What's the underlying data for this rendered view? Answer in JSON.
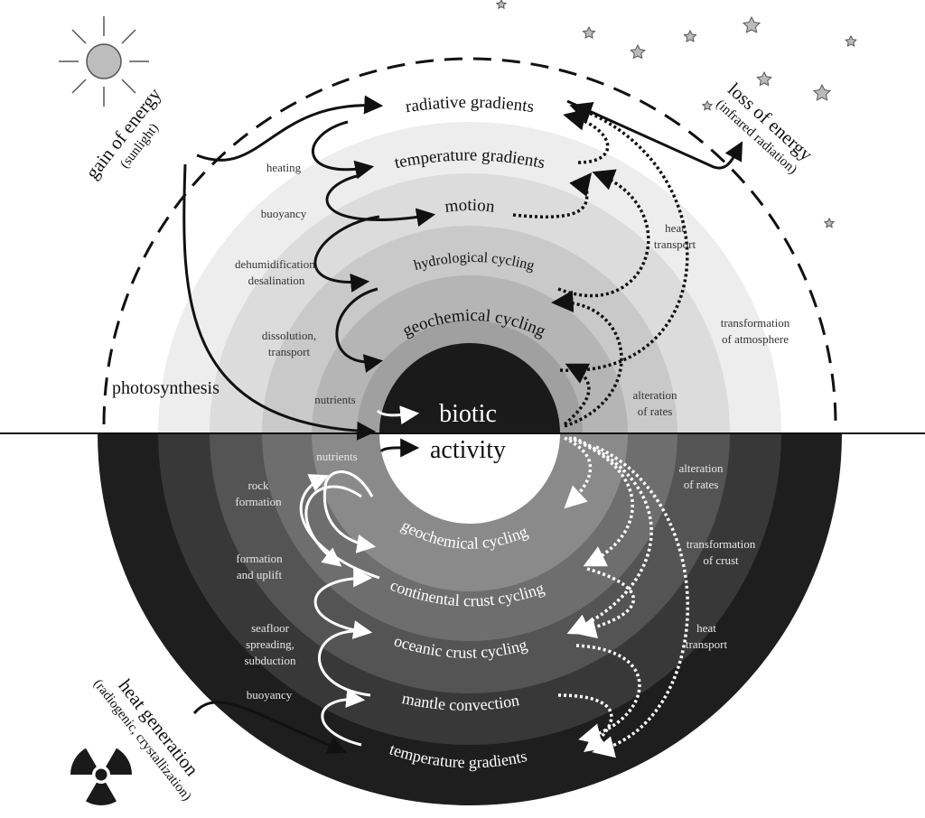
{
  "upper_layers": [
    {
      "label": "radiative gradients"
    },
    {
      "label": "temperature gradients"
    },
    {
      "label": "motion"
    },
    {
      "label": "hydrological cycling"
    },
    {
      "label": "geochemical cycling"
    }
  ],
  "lower_layers": [
    {
      "label": "geochemical cycling"
    },
    {
      "label": "continental crust cycling"
    },
    {
      "label": "oceanic crust cycling"
    },
    {
      "label": "mantle convection"
    },
    {
      "label": "temperature gradients"
    }
  ],
  "core": {
    "line1": "biotic",
    "line2": "activity"
  },
  "outer": {
    "gain_title": "gain of energy",
    "gain_sub": "(sunlight)",
    "loss_title": "loss of energy",
    "loss_sub": "(infrared radiation)",
    "heat_title": "heat generation",
    "heat_sub": "(radiogenic, crystallization)",
    "photosynthesis": "photosynthesis"
  },
  "upper_left_processes": {
    "heating": "heating",
    "buoyancy": "buoyancy",
    "dehumid_1": "dehumidification,",
    "dehumid_2": "desalination",
    "dissolution_1": "dissolution,",
    "dissolution_2": "transport",
    "nutrients": "nutrients"
  },
  "upper_right_processes": {
    "heat_transport_1": "heat",
    "heat_transport_2": "transport",
    "transform_atm_1": "transformation",
    "transform_atm_2": "of atmosphere",
    "alteration_1": "alteration",
    "alteration_2": "of rates"
  },
  "lower_left_processes": {
    "nutrients": "nutrients",
    "rock_1": "rock",
    "rock_2": "formation",
    "uplift_1": "formation",
    "uplift_2": "and uplift",
    "seafloor_1": "seafloor",
    "seafloor_2": "spreading,",
    "seafloor_3": "subduction",
    "buoyancy": "buoyancy"
  },
  "lower_right_processes": {
    "alteration_1": "alteration",
    "alteration_2": "of rates",
    "transform_crust_1": "transformation",
    "transform_crust_2": "of crust",
    "heat_transport_1": "heat",
    "heat_transport_2": "transport"
  },
  "colors": {
    "ring_upper": [
      "#ededed",
      "#dcdcdc",
      "#c9c9c9",
      "#b5b5b5",
      "#a0a0a0"
    ],
    "ring_lower": [
      "#1e1e1e",
      "#383838",
      "#545454",
      "#6e6e6e",
      "#8a8a8a"
    ],
    "core": "#1a1a1a",
    "ink": "#111111",
    "sun": "#bdbdbd"
  },
  "icons": [
    "sun-icon",
    "star-icon",
    "radiation-icon"
  ]
}
